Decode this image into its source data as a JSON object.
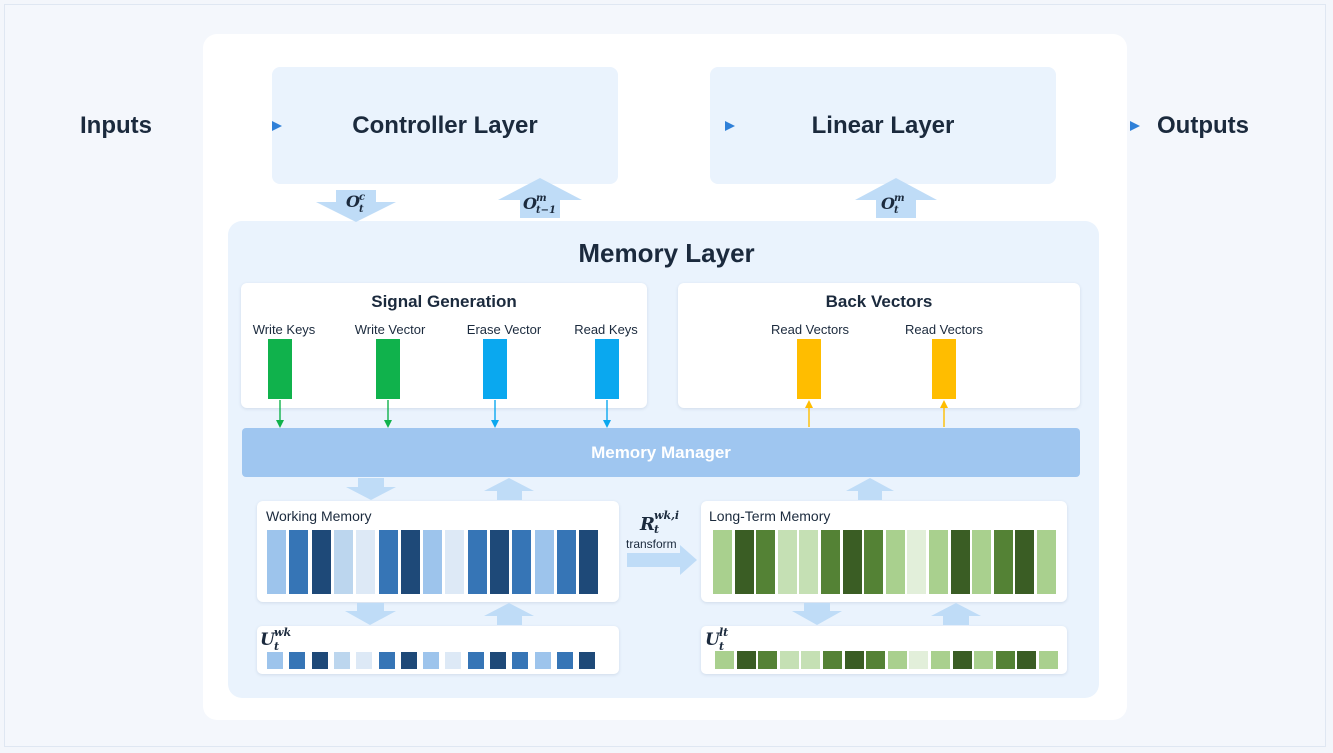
{
  "io": {
    "inputs": "Inputs",
    "outputs": "Outputs"
  },
  "layers": {
    "controller": "Controller Layer",
    "linear": "Linear Layer",
    "memory": "Memory Layer"
  },
  "signals": {
    "o_c": {
      "base": "O",
      "sup": "c",
      "sub": "t"
    },
    "o_m_prev": {
      "base": "O",
      "sup": "m",
      "sub": "t−1"
    },
    "o_m": {
      "base": "O",
      "sup": "m",
      "sub": "t"
    }
  },
  "signal_generation": {
    "title": "Signal Generation",
    "items": [
      {
        "label": "Write Keys",
        "color": "#10b24c"
      },
      {
        "label": "Write Vector",
        "color": "#10b24c"
      },
      {
        "label": "Erase Vector",
        "color": "#0aa8ef"
      },
      {
        "label": "Read Keys",
        "color": "#0aa8ef"
      }
    ]
  },
  "back_vectors": {
    "title": "Back Vectors",
    "items": [
      {
        "label": "Read Vectors",
        "color": "#ffbd00"
      },
      {
        "label": "Read Vectors",
        "color": "#ffbd00"
      }
    ]
  },
  "memory_manager": "Memory Manager",
  "working_memory": {
    "label": "Working Memory",
    "cells": [
      "#9dc4ec",
      "#3675b6",
      "#1e4978",
      "#bcd6ee",
      "#dde9f6",
      "#3675b6",
      "#1e4978",
      "#9dc4ec",
      "#dde9f6",
      "#3675b6",
      "#1e4978",
      "#3675b6",
      "#9dc4ec",
      "#3675b6",
      "#1e4978"
    ]
  },
  "long_term_memory": {
    "label": "Long-Term Memory",
    "cells": [
      "#a9d08e",
      "#3a5d24",
      "#548235",
      "#c5e0b4",
      "#c5e0b4",
      "#548235",
      "#3a5d24",
      "#548235",
      "#a9d08e",
      "#e2efda",
      "#a9d08e",
      "#3a5d24",
      "#a9d08e",
      "#548235",
      "#3a5d24",
      "#a9d08e"
    ]
  },
  "usage": {
    "wk": {
      "base": "U",
      "sup": "wk",
      "sub": "t"
    },
    "lt": {
      "base": "U",
      "sup": "lt",
      "sub": "t"
    }
  },
  "transform": {
    "symbol": {
      "base": "R",
      "sup": "wk,i",
      "sub": "t"
    },
    "label": "transform"
  }
}
